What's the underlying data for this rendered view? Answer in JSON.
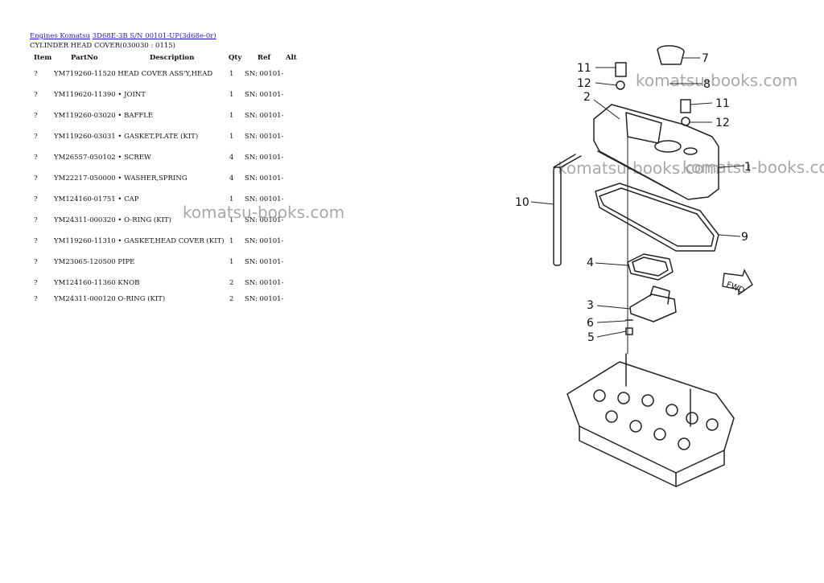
{
  "breadcrumb": {
    "link1": "Engines Komatsu",
    "link2": "3D68E-3B S/N 00101-UP(3d68e-0r)"
  },
  "subtitle": "CYLINDER HEAD COVER(030030 : 0115)",
  "columns": {
    "item": "Item",
    "partno": "PartNo",
    "description": "Description",
    "qty": "Qty",
    "ref": "Ref",
    "alt": "Alt"
  },
  "rows": [
    {
      "item": "?",
      "partdesc": "YM719260-11520 HEAD COVER ASS'Y,HEAD",
      "qty": "1",
      "ref": "SN: 00101-"
    },
    {
      "item": "?",
      "partdesc": "YM119620-11390 • JOINT",
      "qty": "1",
      "ref": "SN: 00101-"
    },
    {
      "item": "?",
      "partdesc": "YM119260-03020 • BAFFLE",
      "qty": "1",
      "ref": "SN: 00101-"
    },
    {
      "item": "?",
      "partdesc": "YM119260-03031 • GASKET,PLATE (KIT)",
      "qty": "1",
      "ref": "SN: 00101-"
    },
    {
      "item": "?",
      "partdesc": "YM26557-050102 • SCREW",
      "qty": "4",
      "ref": "SN: 00101-"
    },
    {
      "item": "?",
      "partdesc": "YM22217-050000 • WASHER,SPRING",
      "qty": "4",
      "ref": "SN: 00101-"
    },
    {
      "item": "?",
      "partdesc": "YM124160-01751 • CAP",
      "qty": "1",
      "ref": "SN: 00101-"
    },
    {
      "item": "?",
      "partdesc": "YM24311-000320 • O-RING (KIT)",
      "qty": "1",
      "ref": "SN: 00101-"
    },
    {
      "item": "?",
      "partdesc": "YM119260-11310 • GASKET,HEAD COVER (KIT)",
      "qty": "1",
      "ref": "SN: 00101-"
    },
    {
      "item": "?",
      "partdesc": "YM23065-120500 PIPE",
      "qty": "1",
      "ref": "SN: 00101-"
    },
    {
      "item": "?",
      "partdesc": "YM124160-11360 KNOB",
      "qty": "2",
      "ref": "SN: 00101-"
    },
    {
      "item": "?",
      "partdesc": "YM24311-000120 O-RING (KIT)",
      "qty": "2",
      "ref": "SN: 00101-"
    }
  ],
  "watermark": "komatsu-books.com",
  "diagram": {
    "callouts": [
      "11",
      "12",
      "2",
      "7",
      "8",
      "11",
      "12",
      "1",
      "10",
      "9",
      "4",
      "FWD",
      "3",
      "6",
      "5"
    ]
  }
}
